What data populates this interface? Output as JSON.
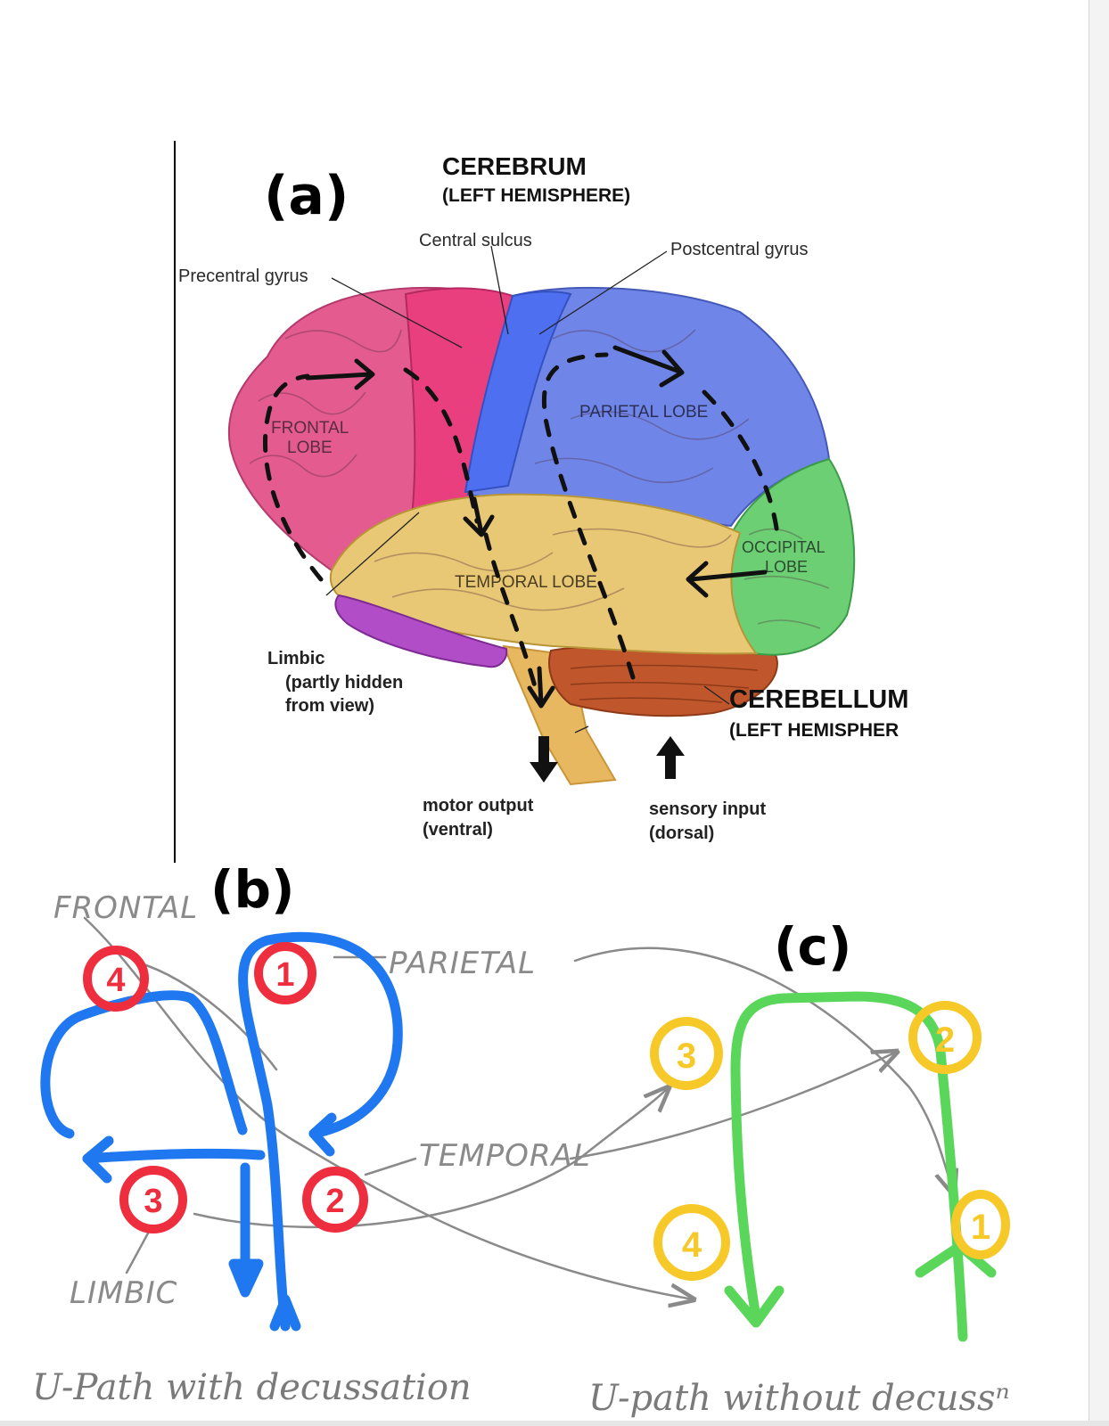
{
  "panel_a": {
    "tag": "(a)",
    "title": "CEREBRUM",
    "subtitle": "(LEFT HEMISPHERE)",
    "labels": {
      "central_sulcus": "Central sulcus",
      "postcentral_gyrus": "Postcentral gyrus",
      "precentral_gyrus": "Precentral gyrus",
      "frontal_lobe_1": "FRONTAL",
      "frontal_lobe_2": "LOBE",
      "parietal_lobe": "PARIETAL LOBE",
      "occipital_lobe_1": "OCCIPITAL",
      "occipital_lobe_2": "LOBE",
      "temporal_lobe": "TEMPORAL LOBE",
      "limbic_1": "Limbic",
      "limbic_2": "(partly hidden",
      "limbic_3": "from view)",
      "cerebellum_title": "CEREBELLUM",
      "cerebellum_subtitle": "(LEFT HEMISPHER",
      "motor_output_1": "motor output",
      "motor_output_2": "(ventral)",
      "sensory_input_1": "sensory input",
      "sensory_input_2": "(dorsal)"
    }
  },
  "panel_b": {
    "tag": "(b)",
    "frontal": "FRONTAL",
    "parietal": "PARIETAL",
    "temporal": "TEMPORAL",
    "limbic": "LIMBIC",
    "markers": [
      "4",
      "1",
      "3",
      "2"
    ],
    "caption": "U-Path with decussation"
  },
  "panel_c": {
    "tag": "(c)",
    "markers": [
      "3",
      "2",
      "4",
      "1"
    ],
    "caption": "U-path without decussⁿ"
  },
  "colors": {
    "frontal": "#e35b8f",
    "precentral": "#ea3f7f",
    "parietal": "#6f86e8",
    "postcentral": "#4d6ff0",
    "temporal": "#e8c874",
    "occipital": "#6ccf74",
    "limbic": "#b14ec7",
    "cerebellum": "#c0562c",
    "brainstem": "#e8b860",
    "blue_path": "#1f78f0",
    "green_path": "#5ad65a",
    "red_marker": "#ee2e3f",
    "yellow_marker": "#f6c928",
    "pencil": "#8a8a8a"
  }
}
